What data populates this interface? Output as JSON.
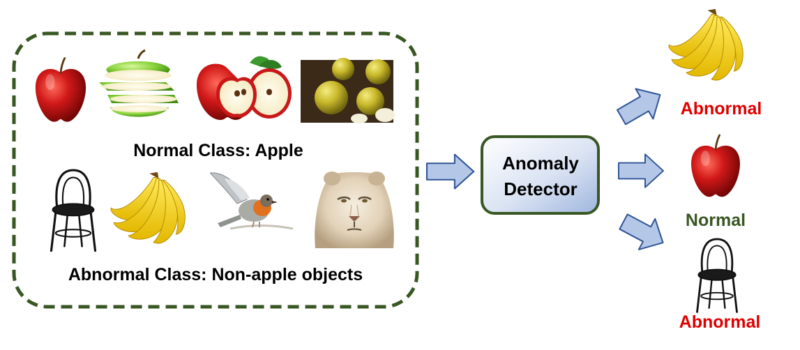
{
  "diagram": {
    "training_panel": {
      "normal_label": "Normal Class: Apple",
      "abnormal_label": "Abnormal Class: Non-apple objects",
      "normal_examples": [
        "red-apple",
        "sliced-green-apple",
        "halved-red-apple",
        "yellow-apples-basket"
      ],
      "abnormal_examples": [
        "black-chair",
        "banana-bunch",
        "robin-bird",
        "lioness"
      ]
    },
    "detector": {
      "line1": "Anomaly",
      "line2": "Detector"
    },
    "outputs": [
      {
        "image": "banana-bunch",
        "label": "Abnormal",
        "status": "abnormal"
      },
      {
        "image": "red-apple",
        "label": "Normal",
        "status": "normal"
      },
      {
        "image": "black-chair",
        "label": "Abnormal",
        "status": "abnormal"
      }
    ],
    "colors": {
      "panel_border": "#385723",
      "abnormal_text": "#e00000",
      "normal_text": "#385723",
      "arrow_fill": "#b4c7e7",
      "arrow_stroke": "#2f5597",
      "detector_border": "#385723"
    }
  }
}
